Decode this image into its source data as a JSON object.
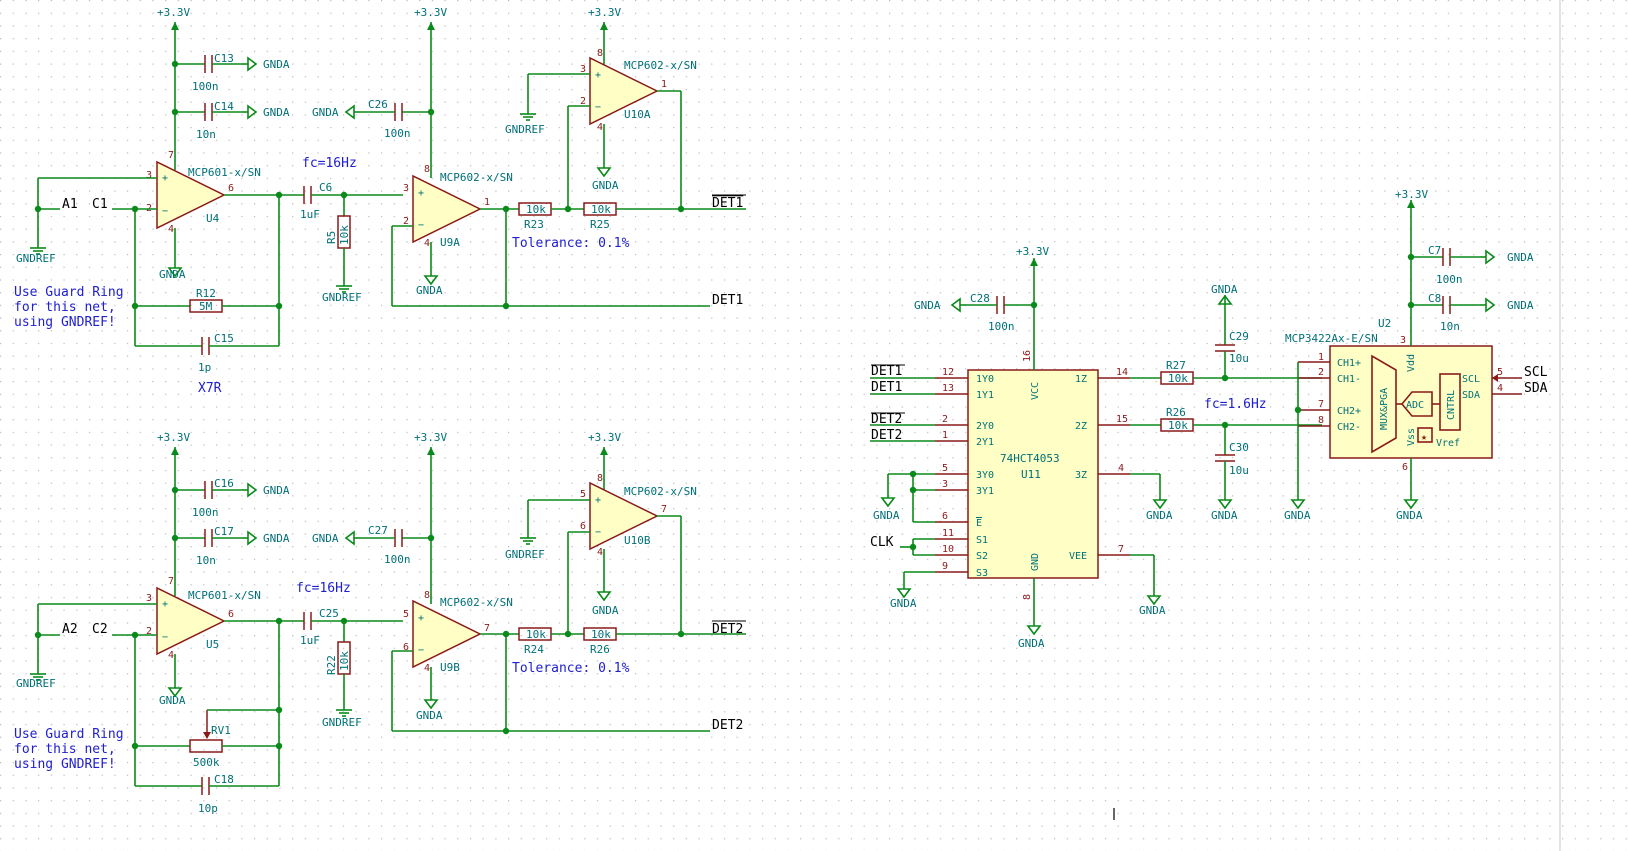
{
  "power": {
    "vcc": "+3.3V",
    "gnda": "GNDA",
    "gndref": "GNDREF"
  },
  "nets": {
    "a1": "A1",
    "c1": "C1",
    "a2": "A2",
    "c2": "C2",
    "det1": "DET1",
    "det1_bar": "DET1",
    "det2": "DET2",
    "det2_bar": "DET2",
    "clk": "CLK",
    "scl": "SCL",
    "sda": "SDA"
  },
  "opamps": {
    "u4": {
      "ref": "U4",
      "part": "MCP601-x/SN"
    },
    "u5": {
      "ref": "U5",
      "part": "MCP601-x/SN"
    },
    "u9a": {
      "ref": "U9A",
      "part": "MCP602-x/SN"
    },
    "u9b": {
      "ref": "U9B",
      "part": "MCP602-x/SN"
    },
    "u10a": {
      "ref": "U10A",
      "part": "MCP602-x/SN"
    },
    "u10b": {
      "ref": "U10B",
      "part": "MCP602-x/SN"
    }
  },
  "capacitors": {
    "c13": {
      "ref": "C13",
      "val": "100n"
    },
    "c14": {
      "ref": "C14",
      "val": "10n"
    },
    "c26": {
      "ref": "C26",
      "val": "100n"
    },
    "c6": {
      "ref": "C6",
      "val": "1uF"
    },
    "c15": {
      "ref": "C15",
      "val": "1p"
    },
    "c16": {
      "ref": "C16",
      "val": "100n"
    },
    "c17": {
      "ref": "C17",
      "val": "10n"
    },
    "c27": {
      "ref": "C27",
      "val": "100n"
    },
    "c25": {
      "ref": "C25",
      "val": "1uF"
    },
    "c18": {
      "ref": "C18",
      "val": "10p"
    },
    "c28": {
      "ref": "C28",
      "val": "100n"
    },
    "c29": {
      "ref": "C29",
      "val": "10u"
    },
    "c30": {
      "ref": "C30",
      "val": "10u"
    },
    "c7": {
      "ref": "C7",
      "val": "100n"
    },
    "c8": {
      "ref": "C8",
      "val": "10n"
    }
  },
  "resistors": {
    "r5": {
      "ref": "R5",
      "val": "10k"
    },
    "r12": {
      "ref": "R12",
      "val": "5M"
    },
    "r22": {
      "ref": "R22",
      "val": "10k"
    },
    "r23": {
      "ref": "R23",
      "val": "10k"
    },
    "r25": {
      "ref": "R25",
      "val": "10k"
    },
    "r24": {
      "ref": "R24",
      "val": "10k"
    },
    "r26": {
      "ref": "R26",
      "val": "10k"
    },
    "r27": {
      "ref": "R27",
      "val": "10k"
    },
    "r28": {
      "ref": "R26",
      "val": "10k"
    },
    "rv1": {
      "ref": "RV1",
      "val": "500k"
    }
  },
  "notes": {
    "fc_16": "fc=16Hz",
    "fc_16_b": "fc=16Hz",
    "fc_16_c": "fc=1.6Hz",
    "tol_1": "Tolerance: 0.1%",
    "tol_2": "Tolerance: 0.1%",
    "x7r": "X7R",
    "guard1": [
      "Use Guard Ring",
      "for this net,",
      "using GNDREF!"
    ],
    "guard2": [
      "Use Guard Ring",
      "for this net,",
      "using GNDREF!"
    ]
  },
  "u11": {
    "ref": "U11",
    "part": "74HCT4053",
    "left_pins": [
      {
        "num": "12",
        "name": "1Y0"
      },
      {
        "num": "13",
        "name": "1Y1"
      },
      {
        "num": "2",
        "name": "2Y0"
      },
      {
        "num": "1",
        "name": "2Y1"
      },
      {
        "num": "5",
        "name": "3Y0"
      },
      {
        "num": "3",
        "name": "3Y1"
      },
      {
        "num": "6",
        "name": "E"
      },
      {
        "num": "11",
        "name": "S1"
      },
      {
        "num": "10",
        "name": "S2"
      },
      {
        "num": "9",
        "name": "S3"
      }
    ],
    "right_pins": [
      {
        "num": "14",
        "name": "1Z"
      },
      {
        "num": "15",
        "name": "2Z"
      },
      {
        "num": "4",
        "name": "3Z"
      },
      {
        "num": "7",
        "name": "VEE"
      }
    ],
    "vcc_pin": {
      "num": "16",
      "name": "VCC"
    },
    "gnd_pin": {
      "num": "8",
      "name": "GND"
    }
  },
  "u2": {
    "ref": "U2",
    "part": "MCP3422Ax-E/SN",
    "pins": {
      "ch1p": {
        "num": "1",
        "name": "CH1+"
      },
      "ch1m": {
        "num": "2",
        "name": "CH1-"
      },
      "ch2p": {
        "num": "7",
        "name": "CH2+"
      },
      "ch2m": {
        "num": "8",
        "name": "CH2-"
      },
      "vdd": {
        "num": "3",
        "name": "Vdd"
      },
      "vss": {
        "num": "6",
        "name": "Vss"
      },
      "scl": {
        "num": "5",
        "name": "SCL"
      },
      "sda": {
        "num": "4",
        "name": "SDA"
      }
    },
    "blocks": {
      "mux": "MUX&PGA",
      "adc": "ADC",
      "ctrl": "CNTRL",
      "vref": "Vref"
    }
  }
}
